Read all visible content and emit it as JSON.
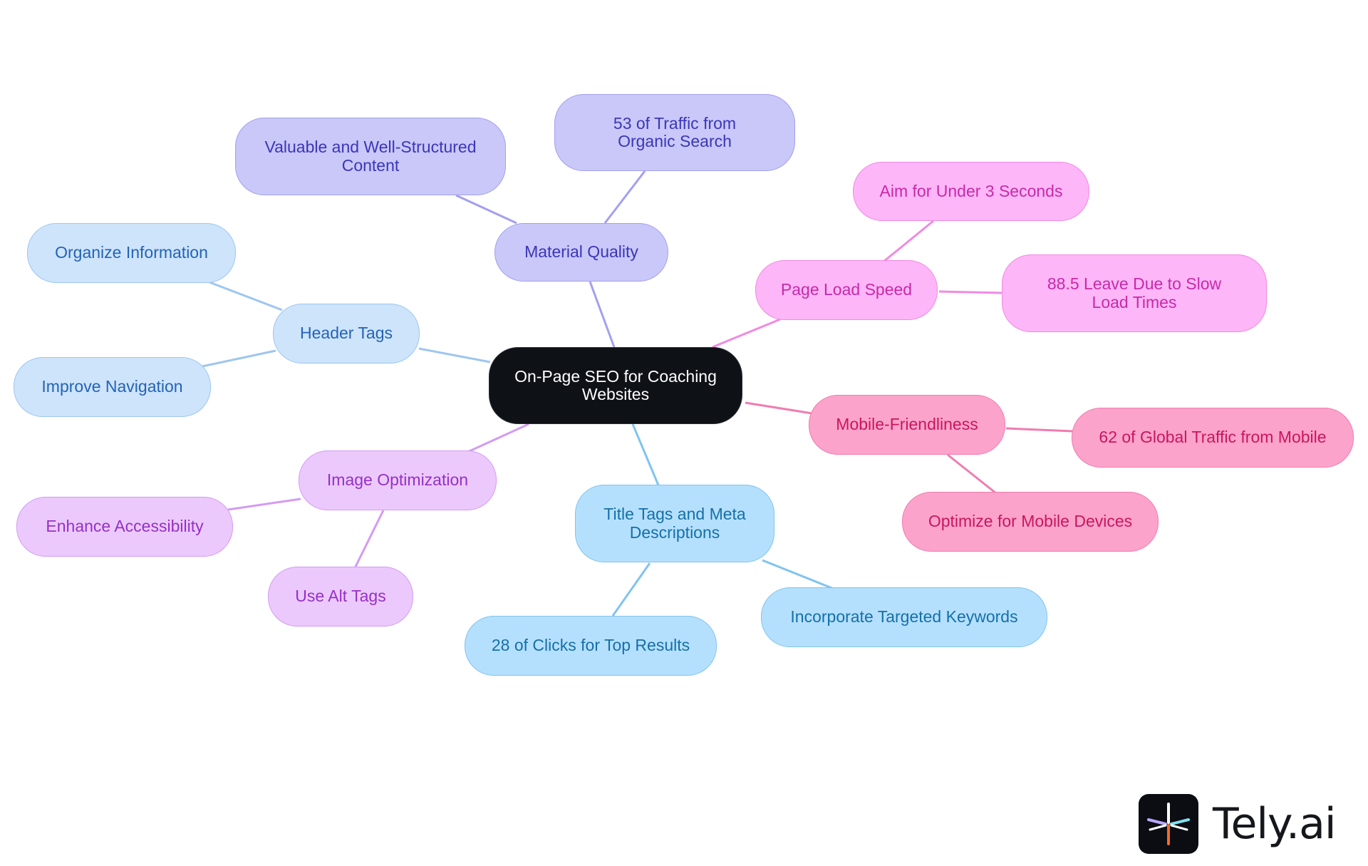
{
  "diagram": {
    "root": "On-Page SEO for Coaching Websites",
    "branches": {
      "material_quality": {
        "label": "Material Quality",
        "children": [
          "Valuable and Well-Structured Content",
          "53 of Traffic from Organic Search"
        ]
      },
      "page_load_speed": {
        "label": "Page Load Speed",
        "children": [
          "Aim for Under 3 Seconds",
          "88.5 Leave Due to Slow Load Times"
        ]
      },
      "mobile_friendliness": {
        "label": "Mobile-Friendliness",
        "children": [
          "62 of Global Traffic from Mobile",
          "Optimize for Mobile Devices"
        ]
      },
      "title_tags": {
        "label": "Title Tags and Meta Descriptions",
        "children": [
          "Incorporate Targeted Keywords",
          "28 of Clicks for Top Results"
        ]
      },
      "image_optimization": {
        "label": "Image Optimization",
        "children": [
          "Enhance Accessibility",
          "Use Alt Tags"
        ]
      },
      "header_tags": {
        "label": "Header Tags",
        "children": [
          "Organize Information",
          "Improve Navigation"
        ]
      }
    },
    "colors": {
      "root": "#0e1116",
      "material_quality": "#c9c8f8",
      "page_load_speed": "#fdb6f7",
      "mobile_friendliness": "#fca3cb",
      "title_tags": "#b5e0fd",
      "image_optimization": "#ecc9fc",
      "header_tags": "#cde4fb"
    }
  },
  "logo": {
    "text": "Tely.ai",
    "icon": "tely-logo-icon"
  }
}
